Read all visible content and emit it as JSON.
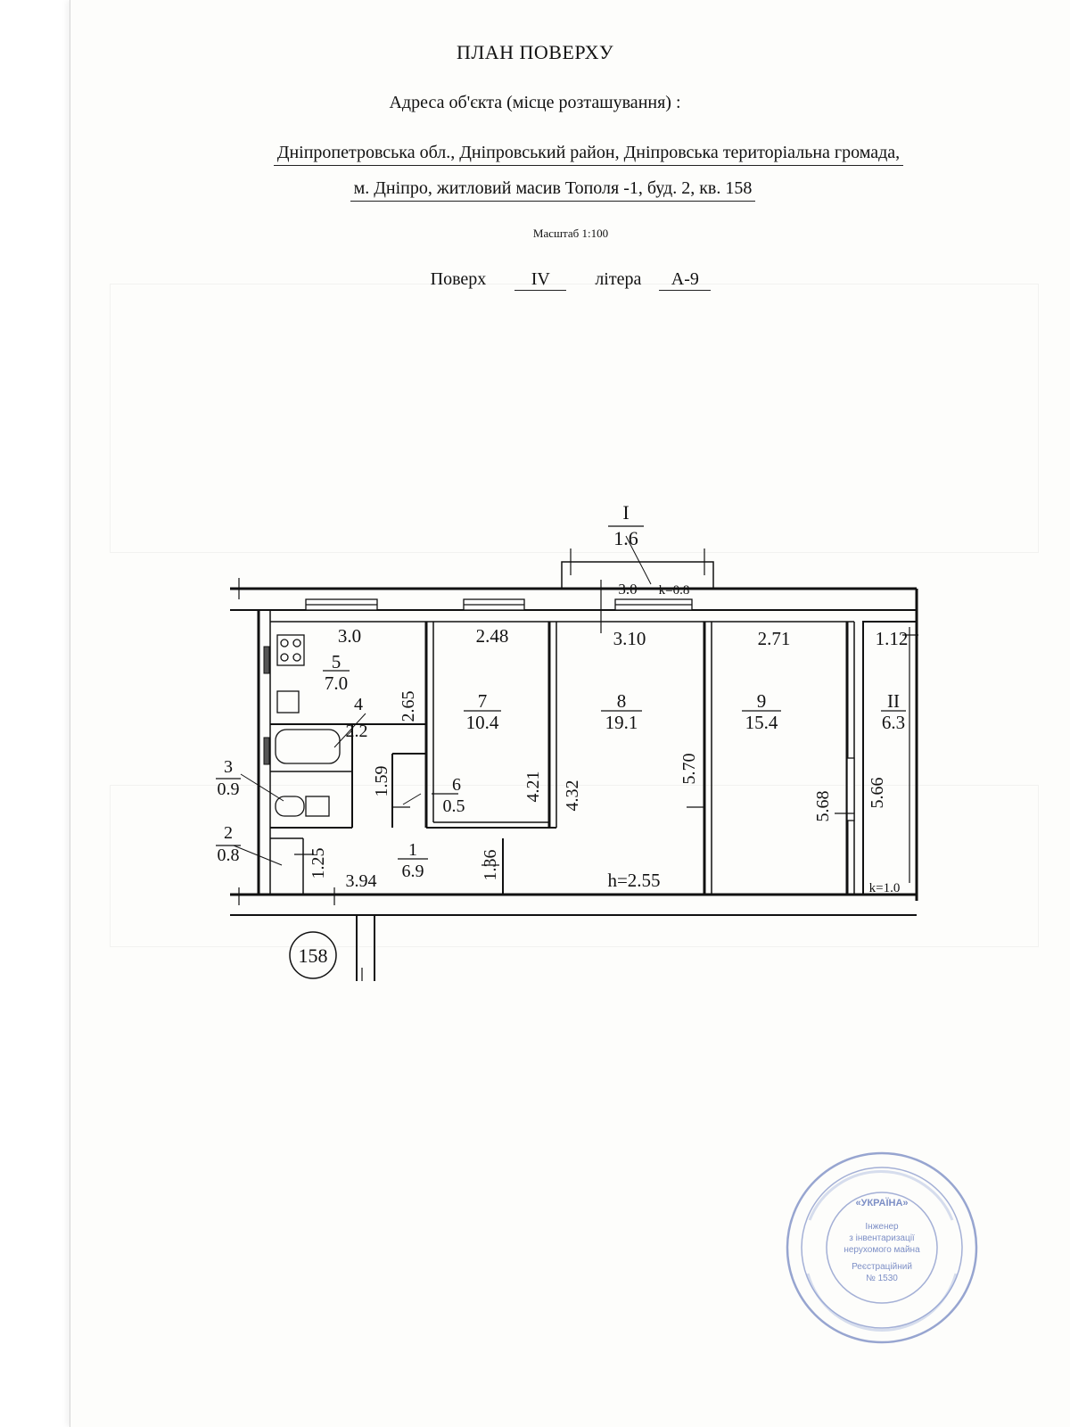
{
  "header": {
    "title": "ПЛАН ПОВЕРХУ",
    "address_label": "Адреса об'єкта  (місце розташування) :",
    "address_line1": "Дніпропетровська обл., Дніпровський район, Дніпровська територіальна громада,",
    "address_line2": "м. Дніпро, житловий масив Тополя -1, буд. 2, кв. 158",
    "scale": "Масштаб 1:100",
    "floor_label": "Поверх",
    "floor_value": "IV",
    "letter_label": "літера",
    "letter_value": "А-9"
  },
  "plan": {
    "balcony_1": {
      "roman": "I",
      "area": "1.6",
      "width": "3.0",
      "k": "k=0.8"
    },
    "balcony_2": {
      "roman": "II",
      "area": "6.3",
      "width": "1.12",
      "depth": "5.66",
      "k": "k=1.0"
    },
    "rooms": [
      {
        "number": "1",
        "area": "6.9"
      },
      {
        "number": "2",
        "area": "0.8"
      },
      {
        "number": "3",
        "area": "0.9"
      },
      {
        "number": "4",
        "area": "2.2"
      },
      {
        "number": "5",
        "area": "7.0"
      },
      {
        "number": "6",
        "area": "0.5"
      },
      {
        "number": "7",
        "area": "10.4"
      },
      {
        "number": "8",
        "area": "19.1"
      },
      {
        "number": "9",
        "area": "15.4"
      }
    ],
    "dimensions": {
      "kitchen_w": "3.0",
      "kitchen_d": "2.65",
      "room7_w": "2.48",
      "room7_d": "4.21",
      "room8_w": "3.10",
      "room8_d_left": "4.32",
      "room8_d_right": "5.70",
      "room9_w": "2.71",
      "room9_d": "5.68",
      "hall_w": "3.94",
      "hall_d1": "1.25",
      "hall_d2": "1.36",
      "storage_d": "1.59",
      "ceiling": "h=2.55"
    },
    "apartment_number": "158"
  },
  "stamp": {
    "center_title": "«УКРАЇНА»",
    "line1": "Інженер",
    "line2": "з інвентаризації",
    "line3": "нерухомого майна",
    "line4": "Реєстраційний",
    "line5": "№ 1530"
  },
  "colors": {
    "ink": "#111111",
    "stamp_blue": "#7d8fc6",
    "paper": "#fdfdfb"
  }
}
